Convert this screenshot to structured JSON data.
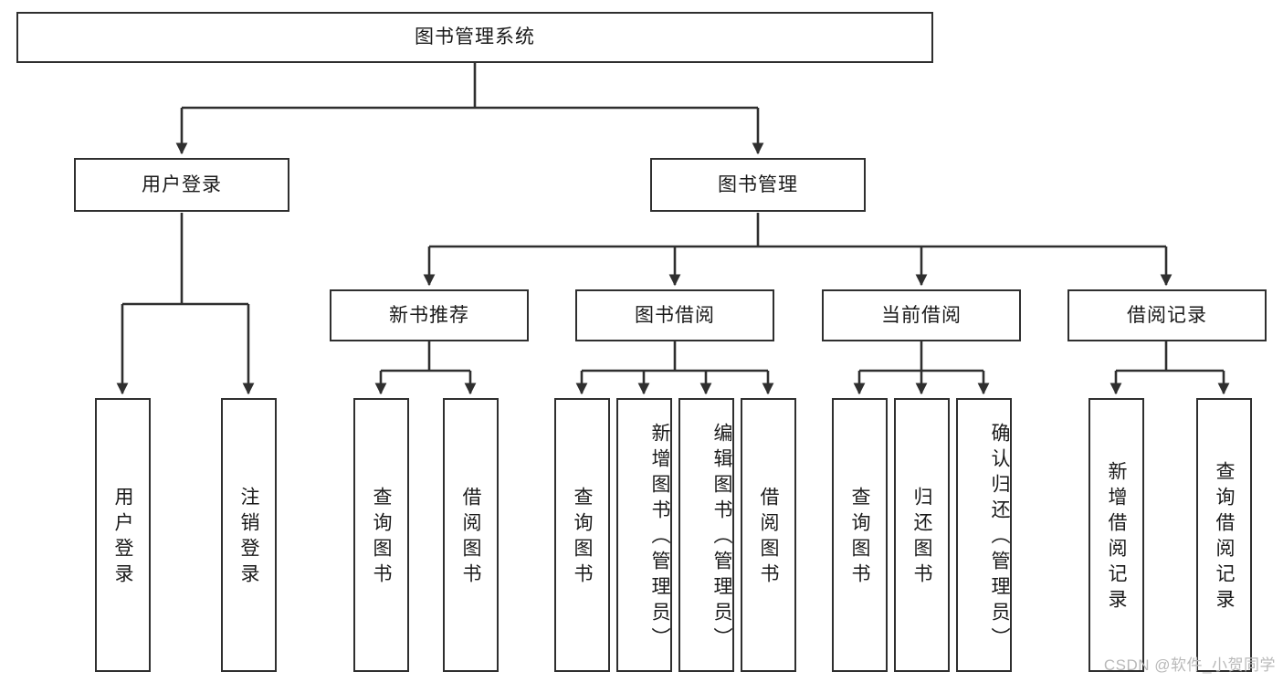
{
  "diagram": {
    "title": "图书管理系统",
    "type": "tree-hierarchy-diagram",
    "colors": {
      "box_border": "#2f2f2f",
      "box_fill": "#ffffff",
      "connector": "#2f2f2f",
      "text": "#1a1a1a",
      "watermark": "#b9b9b9",
      "background": "#ffffff"
    },
    "watermark": "CSDN @软件_小贺同学",
    "nodes": {
      "root": {
        "label": "图书管理系统"
      },
      "level2": [
        {
          "id": "user-login",
          "label": "用户登录"
        },
        {
          "id": "book-manage",
          "label": "图书管理"
        }
      ],
      "level3": [
        {
          "id": "new-book-recommend",
          "label": "新书推荐"
        },
        {
          "id": "book-borrow",
          "label": "图书借阅"
        },
        {
          "id": "current-borrow",
          "label": "当前借阅"
        },
        {
          "id": "borrow-record",
          "label": "借阅记录"
        }
      ],
      "leaves": {
        "user_login": [
          {
            "id": "leaf-user-login",
            "label": "用户登录"
          },
          {
            "id": "leaf-user-logout",
            "label": "注销登录"
          }
        ],
        "new_book_recommend": [
          {
            "id": "leaf-query-book-1",
            "label": "查询图书"
          },
          {
            "id": "leaf-borrow-book-1",
            "label": "借阅图书"
          }
        ],
        "book_borrow": [
          {
            "id": "leaf-query-book-2",
            "label": "查询图书"
          },
          {
            "id": "leaf-add-book",
            "label": "新增图书（管理员）"
          },
          {
            "id": "leaf-edit-book",
            "label": "编辑图书（管理员）"
          },
          {
            "id": "leaf-borrow-book-2",
            "label": "借阅图书"
          }
        ],
        "current_borrow": [
          {
            "id": "leaf-query-book-3",
            "label": "查询图书"
          },
          {
            "id": "leaf-return-book",
            "label": "归还图书"
          },
          {
            "id": "leaf-confirm-return",
            "label": "确认归还（管理员）"
          }
        ],
        "borrow_record": [
          {
            "id": "leaf-add-record",
            "label": "新增借阅记录"
          },
          {
            "id": "leaf-query-record",
            "label": "查询借阅记录"
          }
        ]
      }
    }
  }
}
